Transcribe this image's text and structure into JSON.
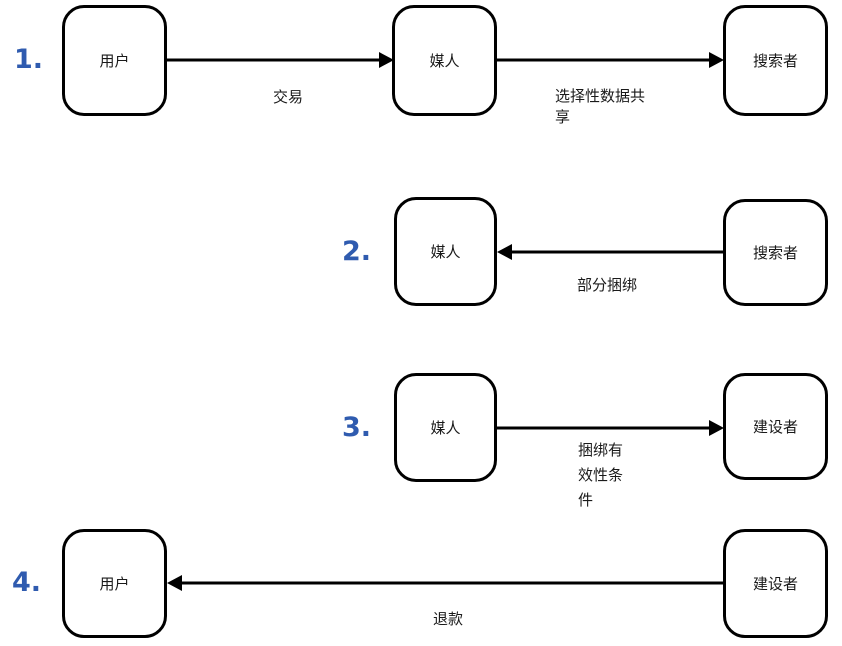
{
  "diagram": {
    "type": "flow-sequence",
    "background": "#ffffff",
    "accent_color": "#2f5baf",
    "line_color": "#000000",
    "steps": [
      {
        "number": "1.",
        "nodes": [
          {
            "label": "用户"
          },
          {
            "label": "媒人"
          },
          {
            "label": "搜索者"
          }
        ],
        "edges": [
          {
            "label": "交易",
            "from": "用户",
            "to": "媒人",
            "direction": "right"
          },
          {
            "label": "选择性数据共\n享",
            "label_line1": "选择性数据共",
            "label_line2": "享",
            "from": "媒人",
            "to": "搜索者",
            "direction": "right"
          }
        ]
      },
      {
        "number": "2.",
        "nodes": [
          {
            "label": "媒人"
          },
          {
            "label": "搜索者"
          }
        ],
        "edges": [
          {
            "label": "部分捆绑",
            "from": "搜索者",
            "to": "媒人",
            "direction": "left"
          }
        ]
      },
      {
        "number": "3.",
        "nodes": [
          {
            "label": "媒人"
          },
          {
            "label": "建设者"
          }
        ],
        "edges": [
          {
            "label": "捆绑有效性条件",
            "label_line1": "捆绑有",
            "label_line2": "效性条",
            "label_line3": "件",
            "from": "媒人",
            "to": "建设者",
            "direction": "right"
          }
        ]
      },
      {
        "number": "4.",
        "nodes": [
          {
            "label": "用户"
          },
          {
            "label": "建设者"
          }
        ],
        "edges": [
          {
            "label": "退款",
            "from": "建设者",
            "to": "用户",
            "direction": "left"
          }
        ]
      }
    ]
  }
}
